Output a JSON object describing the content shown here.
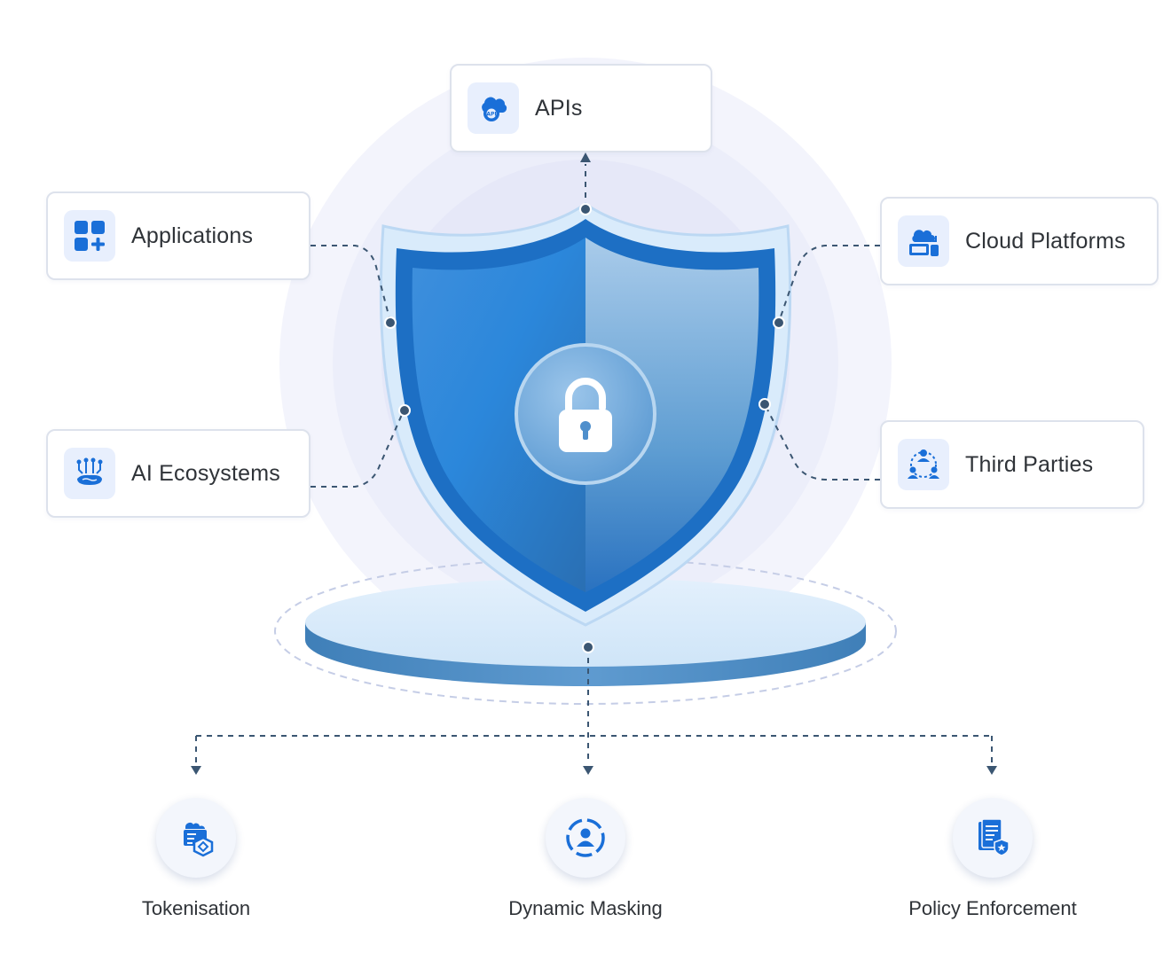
{
  "top": {
    "apis": {
      "label": "APIs",
      "icon": "api-cloud-gear-icon"
    }
  },
  "left": [
    {
      "label": "Applications",
      "icon": "apps-grid-plus-icon"
    },
    {
      "label": "AI Ecosystems",
      "icon": "ai-network-icon"
    }
  ],
  "right": [
    {
      "label": "Cloud Platforms",
      "icon": "cloud-devices-icon"
    },
    {
      "label": "Third Parties",
      "icon": "third-parties-network-icon"
    }
  ],
  "center": {
    "icon": "padlock-icon",
    "emblem": "shield-icon"
  },
  "bottom": [
    {
      "label": "Tokenisation",
      "icon": "tokenisation-icon"
    },
    {
      "label": "Dynamic Masking",
      "icon": "dynamic-masking-icon"
    },
    {
      "label": "Policy Enforcement",
      "icon": "policy-enforcement-icon"
    }
  ],
  "colors": {
    "accent": "#1a6fd8",
    "shield_dark": "#1b6ec2",
    "connector": "#3b5672",
    "halo": "#eef0fb"
  }
}
